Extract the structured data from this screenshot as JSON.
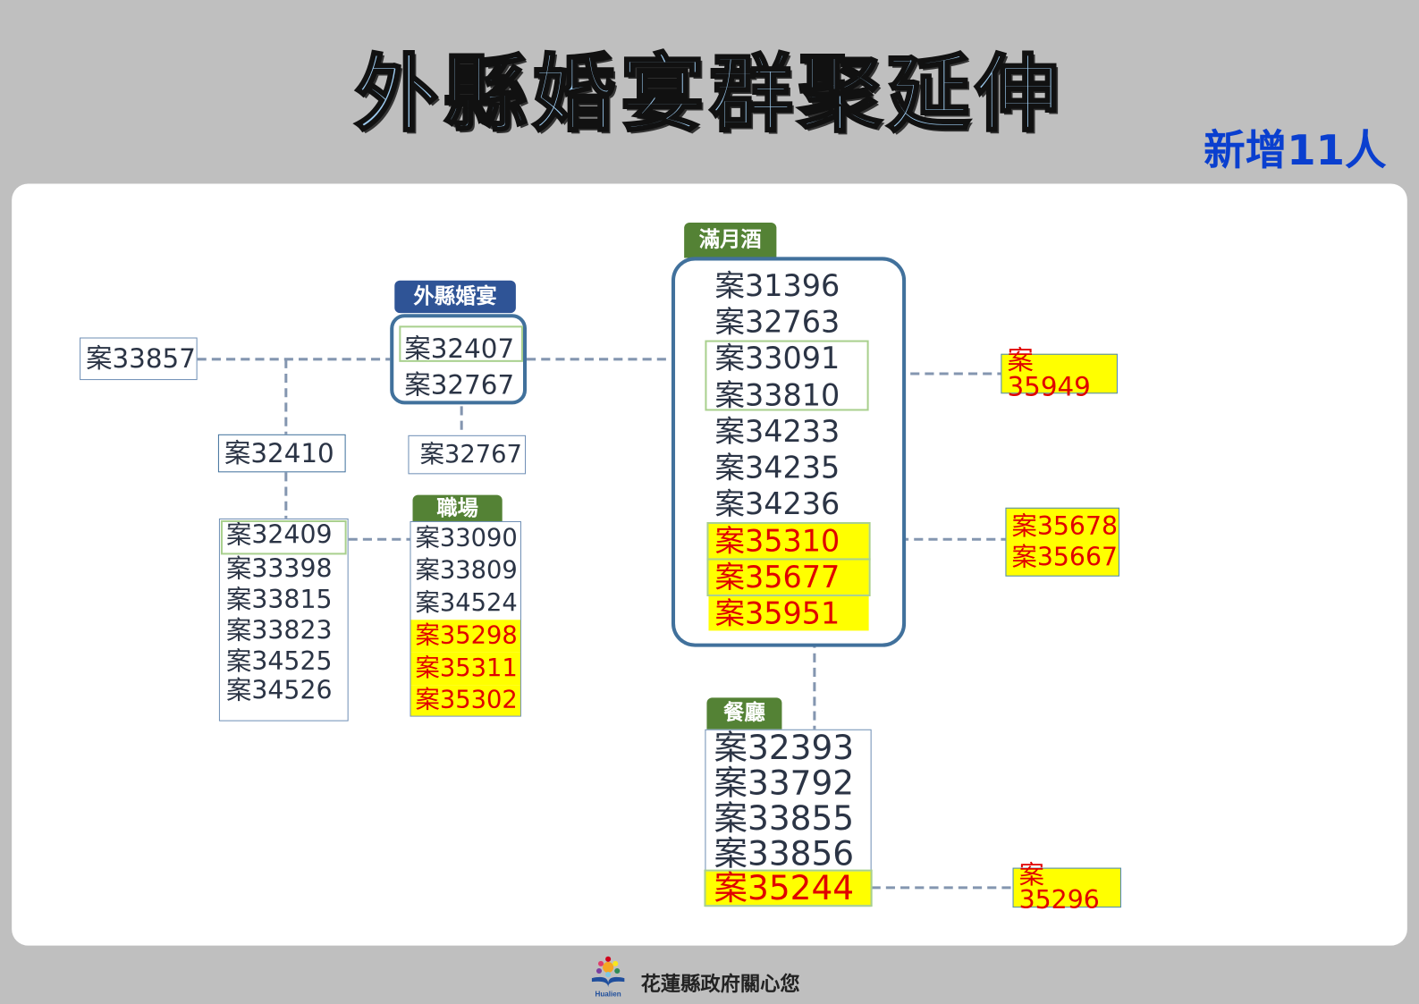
{
  "title": "外縣婚宴群聚延伸",
  "added": "新增11人",
  "footer": {
    "text": "花蓮縣政府關心您",
    "logo_text": "Hualien"
  },
  "nodes": {
    "c33857": "案33857",
    "wedding": {
      "label": "外縣婚宴",
      "items": [
        "案32407",
        "案32767"
      ]
    },
    "c32410": "案32410",
    "c32767b": "案32767",
    "list32409": [
      "案32409",
      "案33398",
      "案33815",
      "案33823",
      "案34525",
      "案34526"
    ],
    "workplace": {
      "label": "職場",
      "items": [
        "案33090",
        "案33809",
        "案34524",
        "案35298",
        "案35311",
        "案35302"
      ]
    },
    "fullmoon": {
      "label": "滿月酒",
      "items": [
        "案31396",
        "案32763",
        "案33091",
        "案33810",
        "案34233",
        "案34235",
        "案34236",
        "案35310",
        "案35677",
        "案35951"
      ]
    },
    "c35949": "案35949",
    "c3567x": [
      "案35678",
      "案35667"
    ],
    "restaurant": {
      "label": "餐廳",
      "items": [
        "案32393",
        "案33792",
        "案33855",
        "案33856",
        "案35244"
      ]
    },
    "c35296": "案35296"
  },
  "colors": {
    "new_bg": "#ffff00",
    "new_text": "#e00000",
    "accent": "#0a3fcf",
    "label_green": "#548235",
    "label_blue": "#2f5496"
  }
}
